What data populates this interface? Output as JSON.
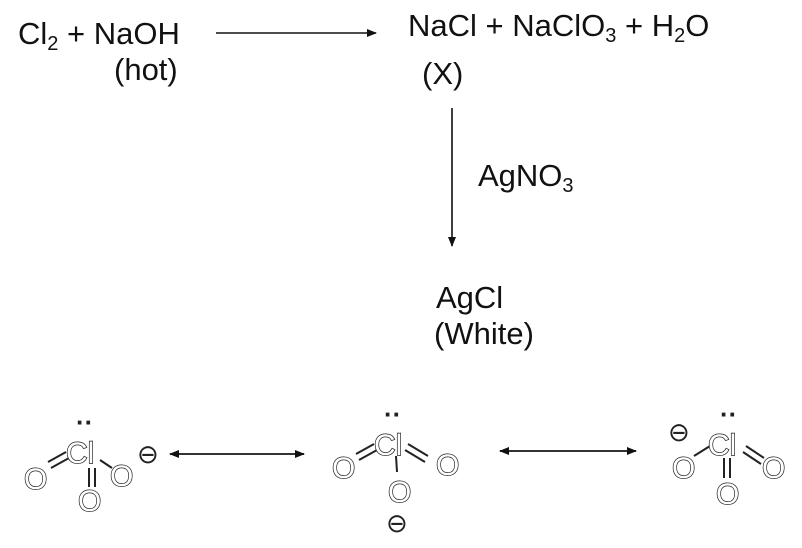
{
  "reaction": {
    "reactant_cl": "Cl",
    "reactant_cl_sub": "2",
    "reactant_rest": " + NaOH",
    "condition": "(hot)",
    "product_nacl": "NaCl + NaClO",
    "product_sub3": "3",
    "product_plus_h": " + H",
    "product_sub2": "2",
    "product_o": "O",
    "label_x": "(X)",
    "reagent_ag": "AgNO",
    "reagent_sub": "3",
    "precipitate": "AgCl",
    "precipitate_note": "(White)"
  },
  "resonance": {
    "atom_cl": "Cl",
    "atom_o": "O",
    "lone_pair": "··",
    "negative_charge": "⊖"
  },
  "colors": {
    "text": "#111111",
    "outline": "#222222",
    "background": "#ffffff"
  }
}
